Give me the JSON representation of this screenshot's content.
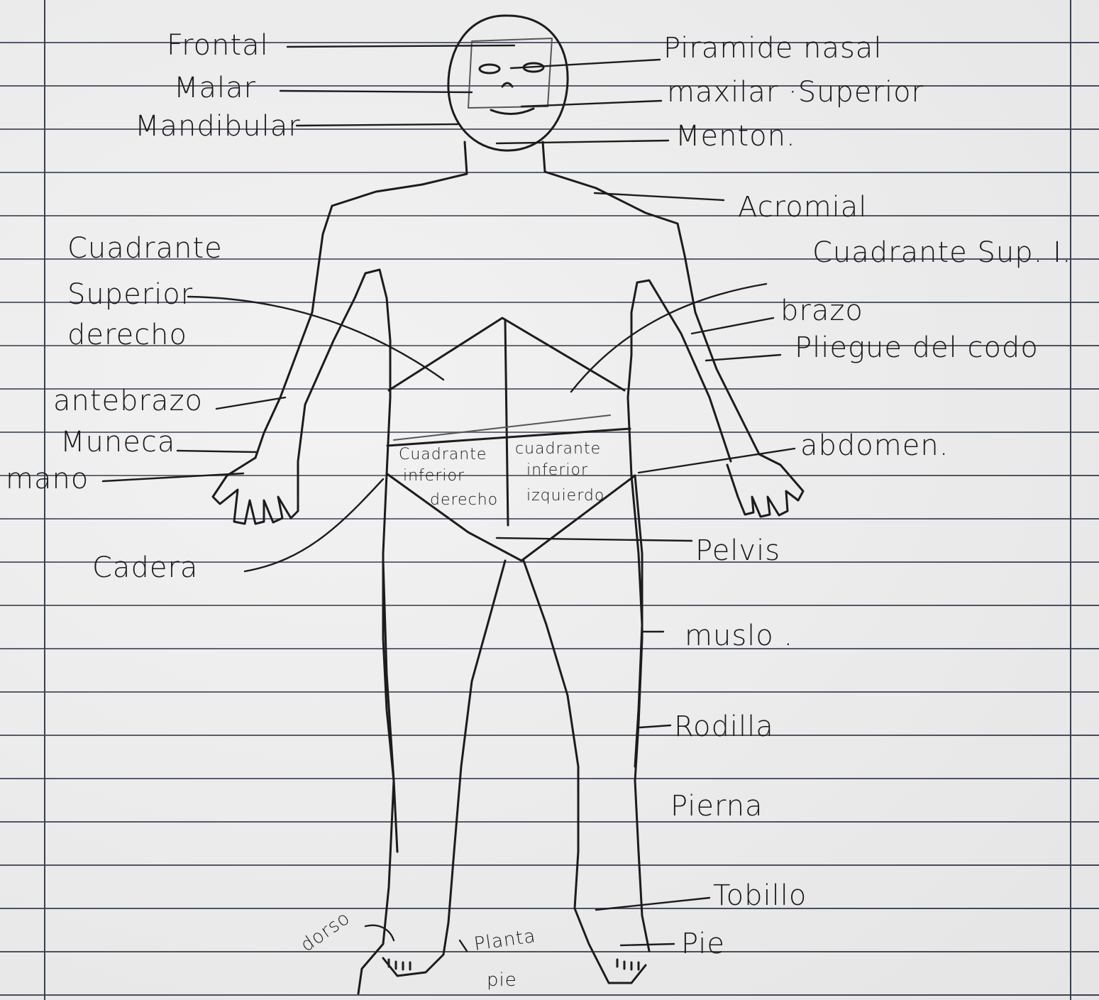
{
  "labels": {
    "frontal": "Frontal",
    "malar": "Malar",
    "mandibular": "Mandibular",
    "piramide_nasal": "Piramide nasal",
    "maxilar_superior": "maxilar ·Superior",
    "menton": "Menton.",
    "acromial": "Acromial",
    "cuadrante": "Cuadrante",
    "superior": "Superior",
    "derecho": "derecho",
    "cuadrante_sup_i": "Cuadrante Sup. I.",
    "brazo": "brazo",
    "pliegue_del_codo": "Pliegue del codo",
    "antebrazo": "antebrazo",
    "muneca": "Muneca",
    "mano": "mano",
    "abdomen": "abdomen.",
    "cadera": "Cadera",
    "pelvis": "Pelvis",
    "muslo": "muslo .",
    "rodilla": "Rodilla",
    "pierna": "Pierna",
    "tobillo": "Tobillo",
    "pie": "Pie",
    "dorso": "dorso",
    "planta": "Planta",
    "pie_small": "pie"
  },
  "quadrants": {
    "inferior_derecho": [
      "Cuadrante",
      "inferior",
      "derecho"
    ],
    "inferior_izquierdo": [
      "cuadrante",
      "inferior",
      "izquierdo"
    ]
  }
}
